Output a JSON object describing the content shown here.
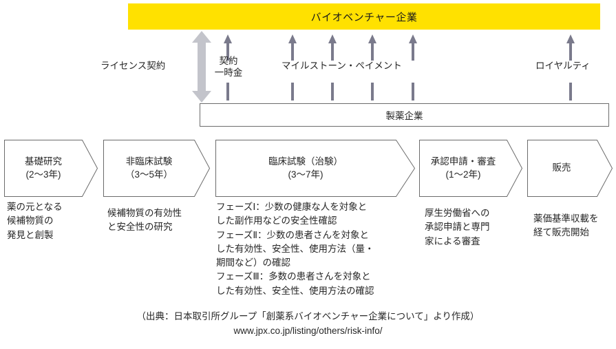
{
  "banner": {
    "label": "バイオベンチャー企業",
    "background_color": "#FFE100"
  },
  "pharma": {
    "label": "製薬企業",
    "border_color": "#6b6b6b"
  },
  "flows": {
    "double_arrow_color": "#C3C4CB",
    "arrow_color": "#7A7A8C",
    "license_label": "ライセンス契約",
    "upfront_label": "契約\n一時金",
    "upfront_label_line1": "契約",
    "upfront_label_line2": "一時金",
    "milestone_label": "マイルストーン・ペイメント",
    "royalty_label": "ロイヤルティ",
    "milestone_arrow_count": 4
  },
  "stages": [
    {
      "name": "basic-research",
      "title": "基礎研究",
      "duration": "(2〜3年)",
      "description": "薬の元となる\n候補物質の\n発見と創製",
      "desc_lines": [
        "薬の元となる",
        "候補物質の",
        "発見と創製"
      ]
    },
    {
      "name": "non-clinical-trial",
      "title": "非臨床試験",
      "duration": "（3〜5年）",
      "description": "候補物質の有効性\nと安全性の研究",
      "desc_lines": [
        "候補物質の有効性",
        "と安全性の研究"
      ]
    },
    {
      "name": "clinical-trial",
      "title": "臨床試験（治験）",
      "duration": "(3〜7年)",
      "description": "フェーズⅠ：少数の健康な人を対象とした副作用などの安全性確認\nフェーズⅡ：少数の患者さんを対象とした有効性、安全性、使用方法（量・期間など）の確認\nフェーズⅢ：多数の患者さんを対象とした有効性、安全性、使用方法の確認",
      "desc_lines": [
        "フェーズⅠ：少数の健康な人を対象と",
        "した副作用などの安全性確認",
        "フェーズⅡ：少数の患者さんを対象と",
        "した有効性、安全性、使用方法（量・",
        "期間など）の確認",
        "フェーズⅢ：多数の患者さんを対象と",
        "した有効性、安全性、使用方法の確認"
      ]
    },
    {
      "name": "approval-review",
      "title": "承認申請・審査",
      "duration": "(1〜2年)",
      "description": "厚生労働省への\n承認申請と専門\n家による審査",
      "desc_lines": [
        "厚生労働省への",
        "承認申請と専門",
        "家による審査"
      ]
    },
    {
      "name": "sales",
      "title": "販売",
      "duration": "",
      "description": "薬価基準収載を\n経て販売開始",
      "desc_lines": [
        "薬価基準収載を",
        "経て販売開始"
      ]
    }
  ],
  "citation": {
    "source": "（出典：日本取引所グループ「創薬系バイオベンチャー企業について」より作成）",
    "url": "www.jpx.co.jp/listing/others/risk-info/"
  }
}
